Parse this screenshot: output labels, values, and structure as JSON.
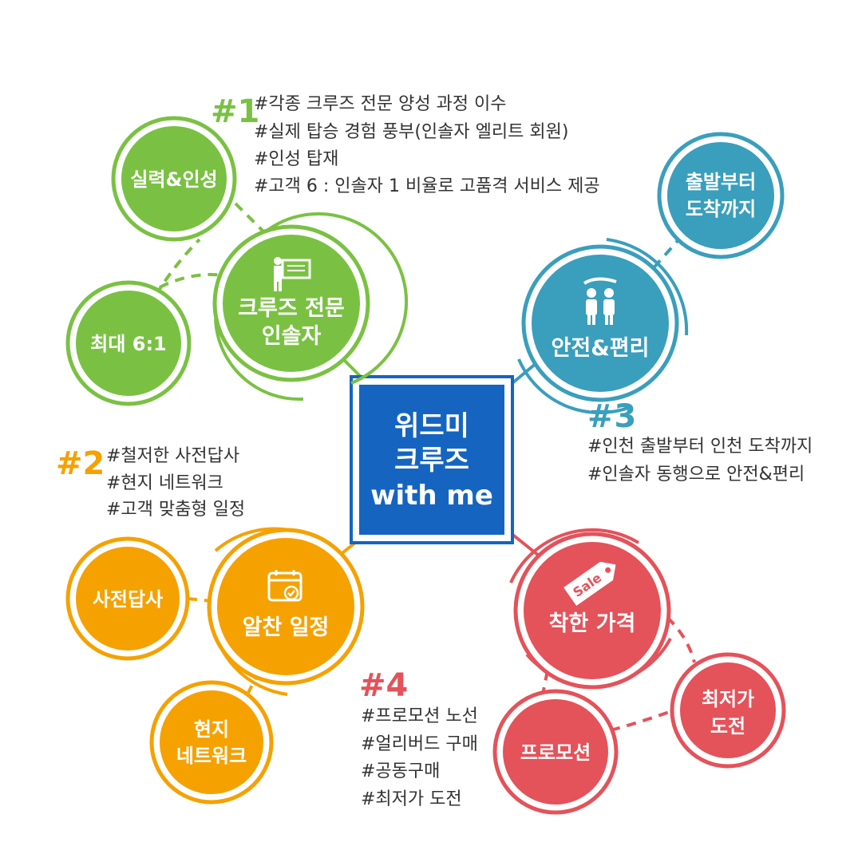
{
  "center": {
    "lines": [
      "위드미",
      "크루즈",
      "with me"
    ],
    "color": "#1565c0"
  },
  "colors": {
    "green": "#7ac143",
    "teal": "#3a9ebd",
    "orange": "#f5a100",
    "red": "#e4525a",
    "blue": "#1565c0"
  },
  "groups": [
    {
      "id": "guide",
      "main_label": [
        "크루즈 전문",
        "인솔자"
      ],
      "main_icon": "presenter-icon",
      "satellites": [
        [
          "실력&인성"
        ],
        [
          "최대 6:1"
        ]
      ],
      "tag_number": "#1",
      "tag_lines": [
        "#각종 크루즈 전문 양성 과정 이수",
        "#실제 탑승 경험 풍부(인솔자 엘리트 회원)",
        "#인성 탑재",
        "#고객 6 : 인솔자 1 비율로 고품격 서비스 제공"
      ]
    },
    {
      "id": "safety",
      "main_label": [
        "안전&편리"
      ],
      "main_icon": "people-care-icon",
      "satellites": [
        [
          "출발부터",
          "도착까지"
        ]
      ],
      "tag_number": "#3",
      "tag_lines": [
        "#인천 출발부터 인천 도착까지",
        "#인솔자 동행으로 안전&편리"
      ]
    },
    {
      "id": "schedule",
      "main_label": [
        "알찬 일정"
      ],
      "main_icon": "calendar-check-icon",
      "satellites": [
        [
          "사전답사"
        ],
        [
          "현지",
          "네트워크"
        ]
      ],
      "tag_number": "#2",
      "tag_lines": [
        "#철저한 사전답사",
        "#현지 네트워크",
        "#고객 맞춤형 일정"
      ]
    },
    {
      "id": "price",
      "main_label": [
        "착한 가격"
      ],
      "main_icon": "sale-tag-icon",
      "icon_text": "Sale",
      "satellites": [
        [
          "최저가",
          "도전"
        ],
        [
          "프로모션"
        ]
      ],
      "tag_number": "#4",
      "tag_lines": [
        "#프로모션 노선",
        "#얼리버드 구매",
        "#공동구매",
        "#최저가 도전"
      ]
    }
  ]
}
